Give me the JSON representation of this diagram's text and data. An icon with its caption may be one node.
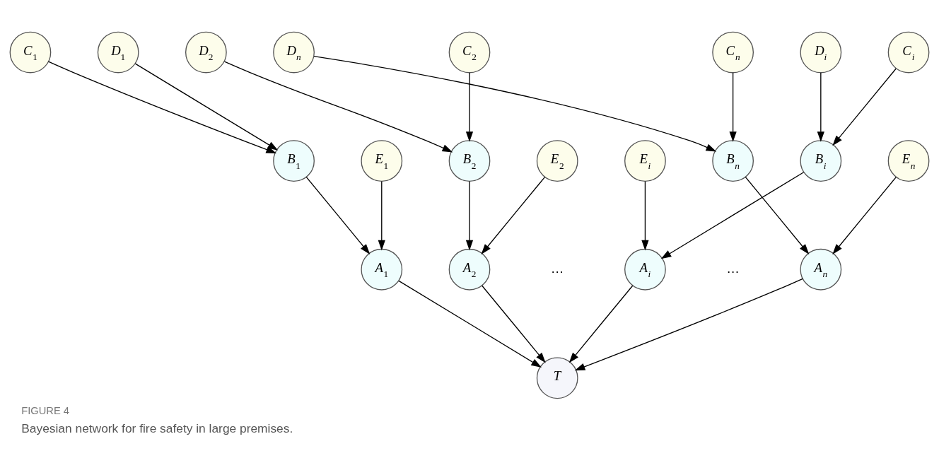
{
  "diagram": {
    "title": "FIGURE 4",
    "caption": "Bayesian network for fire safety in large premises.",
    "nodes": [
      {
        "text": [
          "C$_{1}$"
        ]
      },
      {
        "text": [
          "D$_{1}$"
        ]
      },
      {
        "text": [
          "C$_{2}$"
        ]
      },
      {
        "text": [
          "D$_{2}$"
        ]
      },
      {
        "text": [
          "C$_{i}$"
        ]
      },
      {
        "text": [
          "D$_{i}$"
        ]
      },
      {
        "text": [
          "C$_{n}$"
        ]
      },
      {
        "text": [
          "D$_{n}$"
        ]
      },
      {
        "text": [
          "B$_{1}$"
        ]
      },
      {
        "text": [
          "E$_{1}$"
        ]
      },
      {
        "text": [
          "B$_{2}$"
        ]
      },
      {
        "text": [
          "E$_{2}$"
        ]
      },
      {
        "text": [
          "B$_{i}$"
        ]
      },
      {
        "text": [
          "E$_{i}$"
        ]
      },
      {
        "text": [
          "B$_{n}$"
        ]
      },
      {
        "text": [
          "E$_{n}$"
        ]
      },
      {
        "text": [
          "A$_{1}$"
        ]
      },
      {
        "text": [
          "A$_{2}$"
        ]
      },
      {
        "text": [
          "A$_{i}$"
        ]
      },
      {
        "text": [
          "A$_{n}$"
        ]
      },
      {
        "text": [
          "T"
        ]
      }
    ],
    "edges": [
      {
        "from": 0,
        "to": 8,
        "arrow": "to"
      },
      {
        "from": 1,
        "to": 8,
        "arrow": "to"
      },
      {
        "from": 2,
        "to": 10,
        "arrow": "to"
      },
      {
        "from": 3,
        "to": 10,
        "arrow": "to"
      },
      {
        "from": 4,
        "to": 12,
        "arrow": "to"
      },
      {
        "from": 5,
        "to": 12,
        "arrow": "to"
      },
      {
        "from": 6,
        "to": 14,
        "arrow": "to"
      },
      {
        "from": 7,
        "to": 14,
        "arrow": "to"
      },
      {
        "from": 8,
        "to": 16,
        "arrow": "to"
      },
      {
        "from": 9,
        "to": 16,
        "arrow": "to"
      },
      {
        "from": 10,
        "to": 17,
        "arrow": "to"
      },
      {
        "from": 11,
        "to": 17,
        "arrow": "to"
      },
      {
        "from": 12,
        "to": 18,
        "arrow": "to"
      },
      {
        "from": 13,
        "to": 18,
        "arrow": "to"
      },
      {
        "from": 14,
        "to": 19,
        "arrow": "to"
      },
      {
        "from": 15,
        "to": 19,
        "arrow": "to"
      },
      {
        "from": 16,
        "to": 20,
        "arrow": "to"
      },
      {
        "from": 17,
        "to": 20,
        "arrow": "to"
      },
      {
        "from": 18,
        "to": 20,
        "arrow": "to"
      },
      {
        "from": 19,
        "to": 20,
        "arrow": "to"
      }
    ],
    "labels": [
      "…",
      "…"
    ]
  }
}
